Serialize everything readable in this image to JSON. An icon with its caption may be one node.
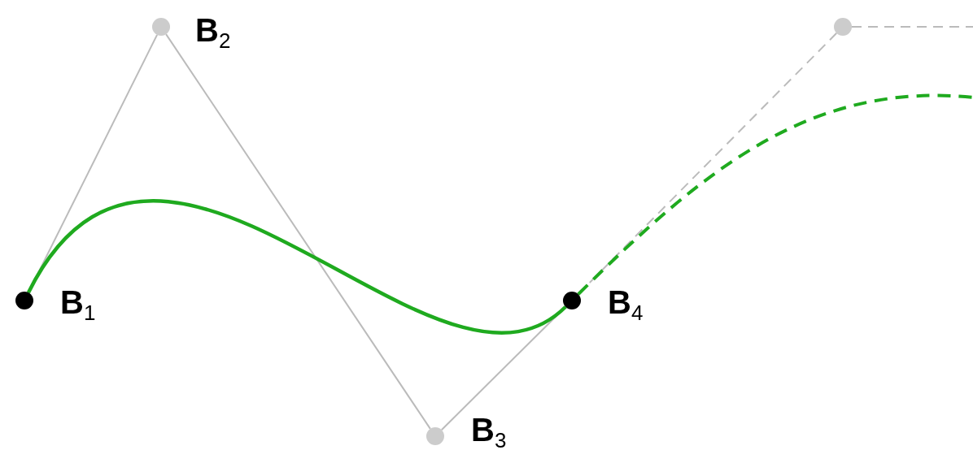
{
  "diagram": {
    "nodes": [
      {
        "text": [
          "**B**$_{1}$"
        ]
      },
      {
        "text": [
          "**B**$_{2}$"
        ]
      },
      {
        "text": [
          "**B**$_{3}$"
        ]
      },
      {
        "text": [
          "**B**$_{4}$"
        ]
      },
      {
        "text": [],
        "shape": "circle"
      }
    ],
    "edges": [
      {
        "from": 0,
        "to": 1,
        "arrow": "none"
      },
      {
        "from": 1,
        "to": 2,
        "arrow": "none"
      },
      {
        "from": 2,
        "to": 3,
        "arrow": "none"
      },
      {
        "from": 3,
        "to": 4,
        "arrow": "none",
        "style": "dashed"
      },
      {
        "from": 4,
        "to": null,
        "arrow": "none",
        "style": "dashed"
      },
      {
        "from": 0,
        "to": 3,
        "arrow": "none",
        "style": "thick",
        "color": "#1faa1f"
      },
      {
        "from": 3,
        "to": null,
        "arrow": "none",
        "style": "dashed",
        "color": "#1faa1f"
      }
    ]
  }
}
